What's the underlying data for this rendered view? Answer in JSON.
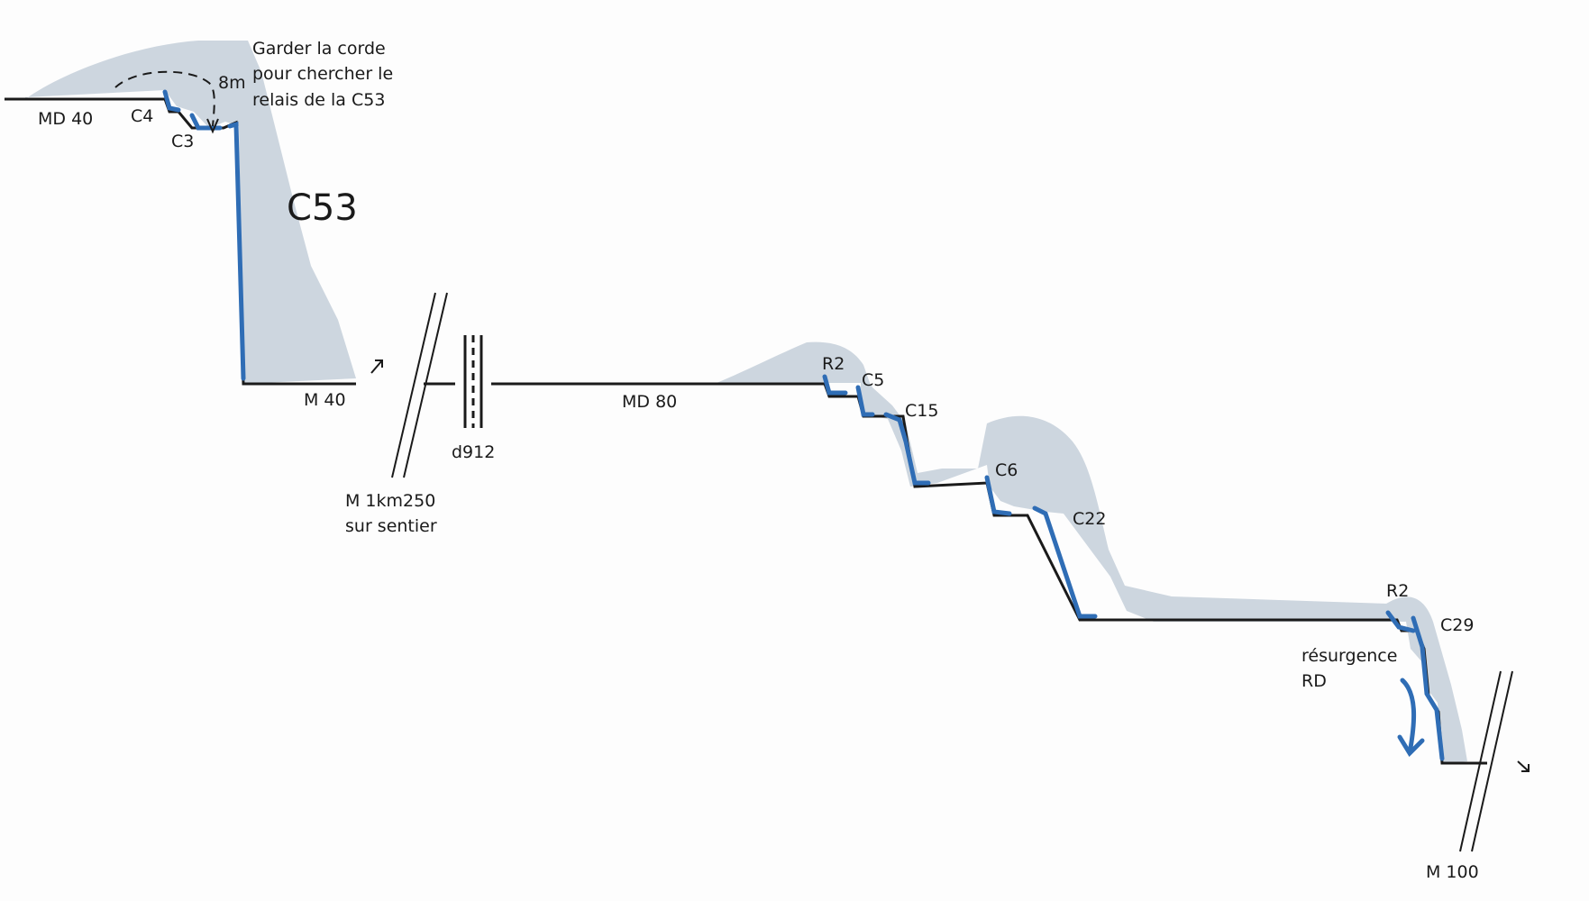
{
  "labels": {
    "md40": "MD 40",
    "c4": "C4",
    "c3": "C3",
    "m8": "8m",
    "c53": "C53",
    "note_line1": "Garder la corde",
    "note_line2": "pour chercher le",
    "note_line3": "relais de la C53",
    "m40": "M 40",
    "m1km_line1": "M 1km250",
    "m1km_line2": "sur sentier",
    "d912": "d912",
    "md80": "MD 80",
    "r2a": "R2",
    "c5": "C5",
    "c15": "C15",
    "c6": "C6",
    "c22": "C22",
    "r2b": "R2",
    "c29": "C29",
    "resurgence_line1": "résurgence",
    "resurgence_line2": "RD",
    "m100": "M 100"
  },
  "colors": {
    "rock_fill": "#cdd6df",
    "water": "#2f6db5",
    "line": "#1a1a1a",
    "background": "#fdfdfd"
  }
}
